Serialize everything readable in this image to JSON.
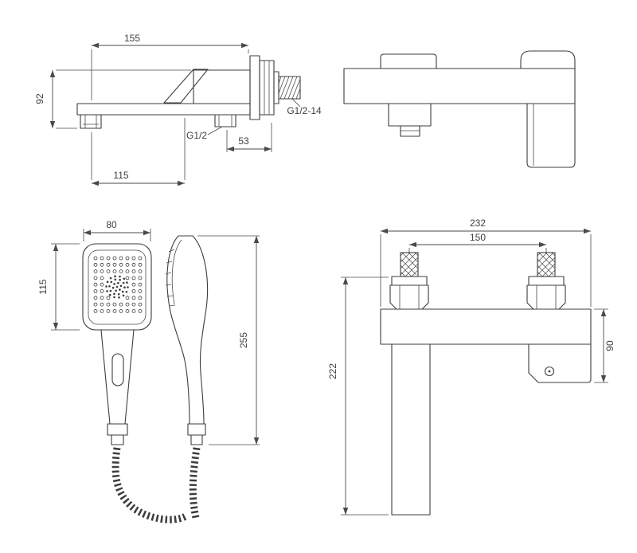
{
  "drawing": {
    "mixer_side_view": {
      "body_length": "155",
      "body_height": "92",
      "spout_reach": "115",
      "outlet_offset": "53",
      "outlet_thread_label": "G1/2",
      "inlet_thread_label": "G1/2-14"
    },
    "hand_shower": {
      "head_width": "80",
      "head_height": "115",
      "total_length": "255"
    },
    "mixer_front_view": {
      "total_width": "232",
      "valve_spacing": "150",
      "total_height": "222",
      "right_drop_height": "90"
    }
  },
  "colors": {
    "outline": "#3d3d3d",
    "dimension": "#4a4a4a",
    "background": "#ffffff"
  }
}
